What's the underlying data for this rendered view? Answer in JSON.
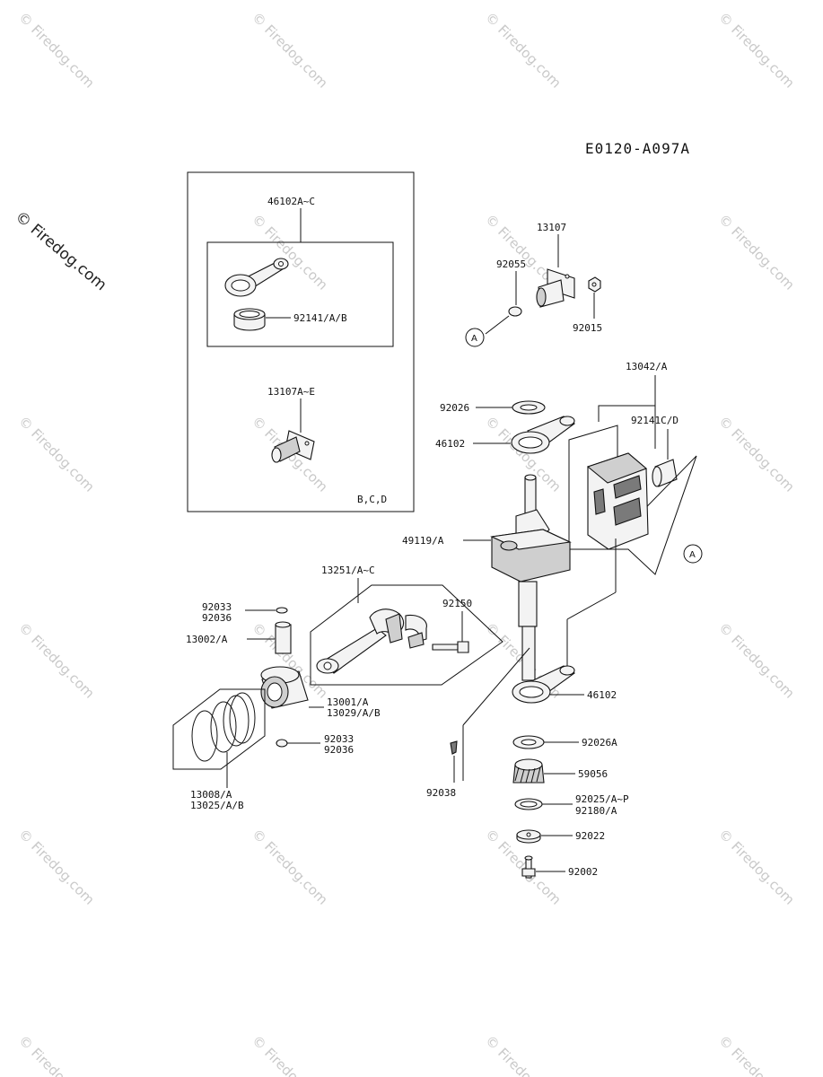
{
  "diagram_code": "E0120-A097A",
  "watermark_side": "© Firedog.com",
  "watermark_tile": "© Firedog.com",
  "inset": {
    "labels": {
      "conrod_kit": "46102A~C",
      "bearing_kit": "92141/A/B",
      "cap_kit": "13107A~E",
      "variants": "B,C,D"
    }
  },
  "callouts": {
    "a1": "A",
    "a2": "A"
  },
  "labels": {
    "p13107": "13107",
    "p92055": "92055",
    "p92015": "92015",
    "p13042": "13042/A",
    "p92026": "92026",
    "p92141cd": "92141C/D",
    "p46102a": "46102",
    "p49119": "49119/A",
    "p13251": "13251/A~C",
    "p92150": "92150",
    "p92033a": "92033",
    "p92036a": "92036",
    "p13002": "13002/A",
    "p13001": "13001/A",
    "p13029": "13029/A/B",
    "p92033b": "92033",
    "p92036b": "92036",
    "p13008": "13008/A",
    "p13025": "13025/A/B",
    "p92038": "92038",
    "p46102b": "46102",
    "p92026a": "92026A",
    "p59056": "59056",
    "p92025": "92025/A~P",
    "p92180": "92180/A",
    "p92022": "92022",
    "p92002": "92002"
  }
}
